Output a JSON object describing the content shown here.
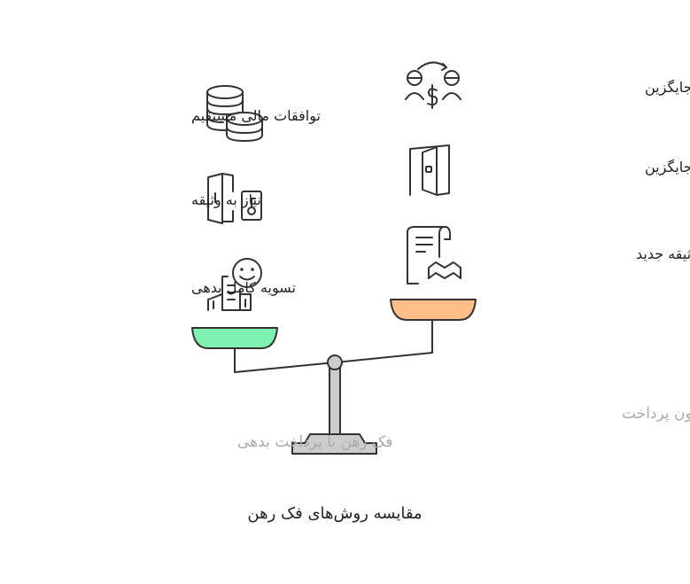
{
  "title": "مقایسه روش‌های فک رهن",
  "left_side": {
    "caption": "فک رهن با پرداخت بدهی",
    "pan_color": "#7ef0b0",
    "items": [
      {
        "label": "توافقات مالی مستقیم",
        "icon": "coins-icon"
      },
      {
        "label": "نیاز به وثیقه",
        "icon": "door-key-icon"
      },
      {
        "label": "تسویه کامل بدهی",
        "icon": "happy-building-icon"
      }
    ]
  },
  "right_side": {
    "caption": "فک رهن بدون پرداخت",
    "pan_color": "#ffbf87",
    "items": [
      {
        "label": "توافقات مالی جایگزین",
        "icon": "exchange-people-icon"
      },
      {
        "label": "نیاز به وثیقه جایگزین",
        "icon": "door-icon"
      },
      {
        "label": "جایگزینی وثیقه جدید",
        "icon": "contract-handshake-icon"
      }
    ]
  },
  "colors": {
    "ink": "#333333",
    "stand": "#cccccc",
    "caption": "#aaaaaa"
  }
}
